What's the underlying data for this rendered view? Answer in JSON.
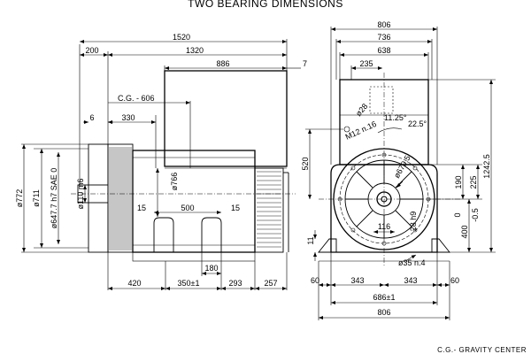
{
  "title": "TWO BEARING DIMENSIONS",
  "legend": "C.G.- GRAVITY  CENTER",
  "side_view": {
    "overall_length": "1520",
    "body_length": "1320",
    "shaft_extension": "200",
    "terminal_box_length": "886",
    "terminal_box_offset": "7",
    "cg_label": "C.G. - 606",
    "front_offset_a": "6",
    "front_offset_b": "330",
    "flange_diameter": "ø772",
    "spigot_diameter": "ø711",
    "shaft_fit": "ø647.7  h7  SAE  0",
    "shaft_diameter": "ø110  m6",
    "body_diameter": "ø766",
    "foot_gap_left": "15",
    "foot_span": "500",
    "foot_gap_right": "15",
    "foot_mid": "180",
    "bottom_a": "420",
    "bottom_b": "350±1",
    "bottom_c": "293",
    "bottom_d": "257"
  },
  "end_view": {
    "overall_width": "806",
    "box_width_outer": "736",
    "box_width_inner": "638",
    "box_offset": "235",
    "hole_diameter": "ø28",
    "angle_a": "11.25°",
    "angle_b": "22.5°",
    "thread": "M12  n.16",
    "pcd": "ø679.5",
    "height_to_axis": "520",
    "overall_height": "1242.5",
    "foot_height_a": "190",
    "foot_height_b": "225",
    "shaft_keyway": "28  h9",
    "key_depth": "116",
    "axis_tol_a": "0",
    "axis_height": "400",
    "axis_tol_b": "-0.5",
    "foot_thickness": "11",
    "foot_hole": "ø35  n.4",
    "left_margin": "60",
    "half_span_left": "343",
    "half_span_right": "343",
    "right_margin": "60",
    "foot_span": "686±1",
    "bottom_width": "806"
  }
}
